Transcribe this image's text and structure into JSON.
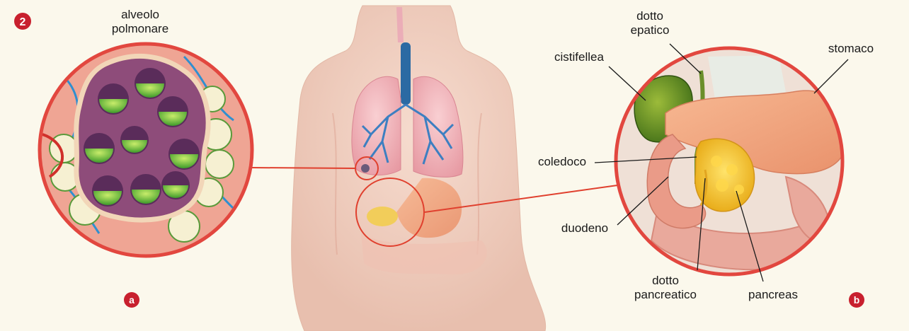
{
  "figure": {
    "number": "2",
    "panel_a": "a",
    "panel_b": "b"
  },
  "labels": {
    "alveolo_1": "alveolo",
    "alveolo_2": "polmonare",
    "dotto_epatico_1": "dotto",
    "dotto_epatico_2": "epatico",
    "cistifellea": "cistifellea",
    "stomaco": "stomaco",
    "coledoco": "coledoco",
    "duodeno": "duodeno",
    "dotto_pancreatico_1": "dotto",
    "dotto_pancreatico_2": "pancreatico",
    "pancreas": "pancreas"
  },
  "colors": {
    "badge_red": "#c8202e",
    "lens_ring": "#e2473f",
    "connector": "#e0402e",
    "background": "#fbf8ec"
  }
}
